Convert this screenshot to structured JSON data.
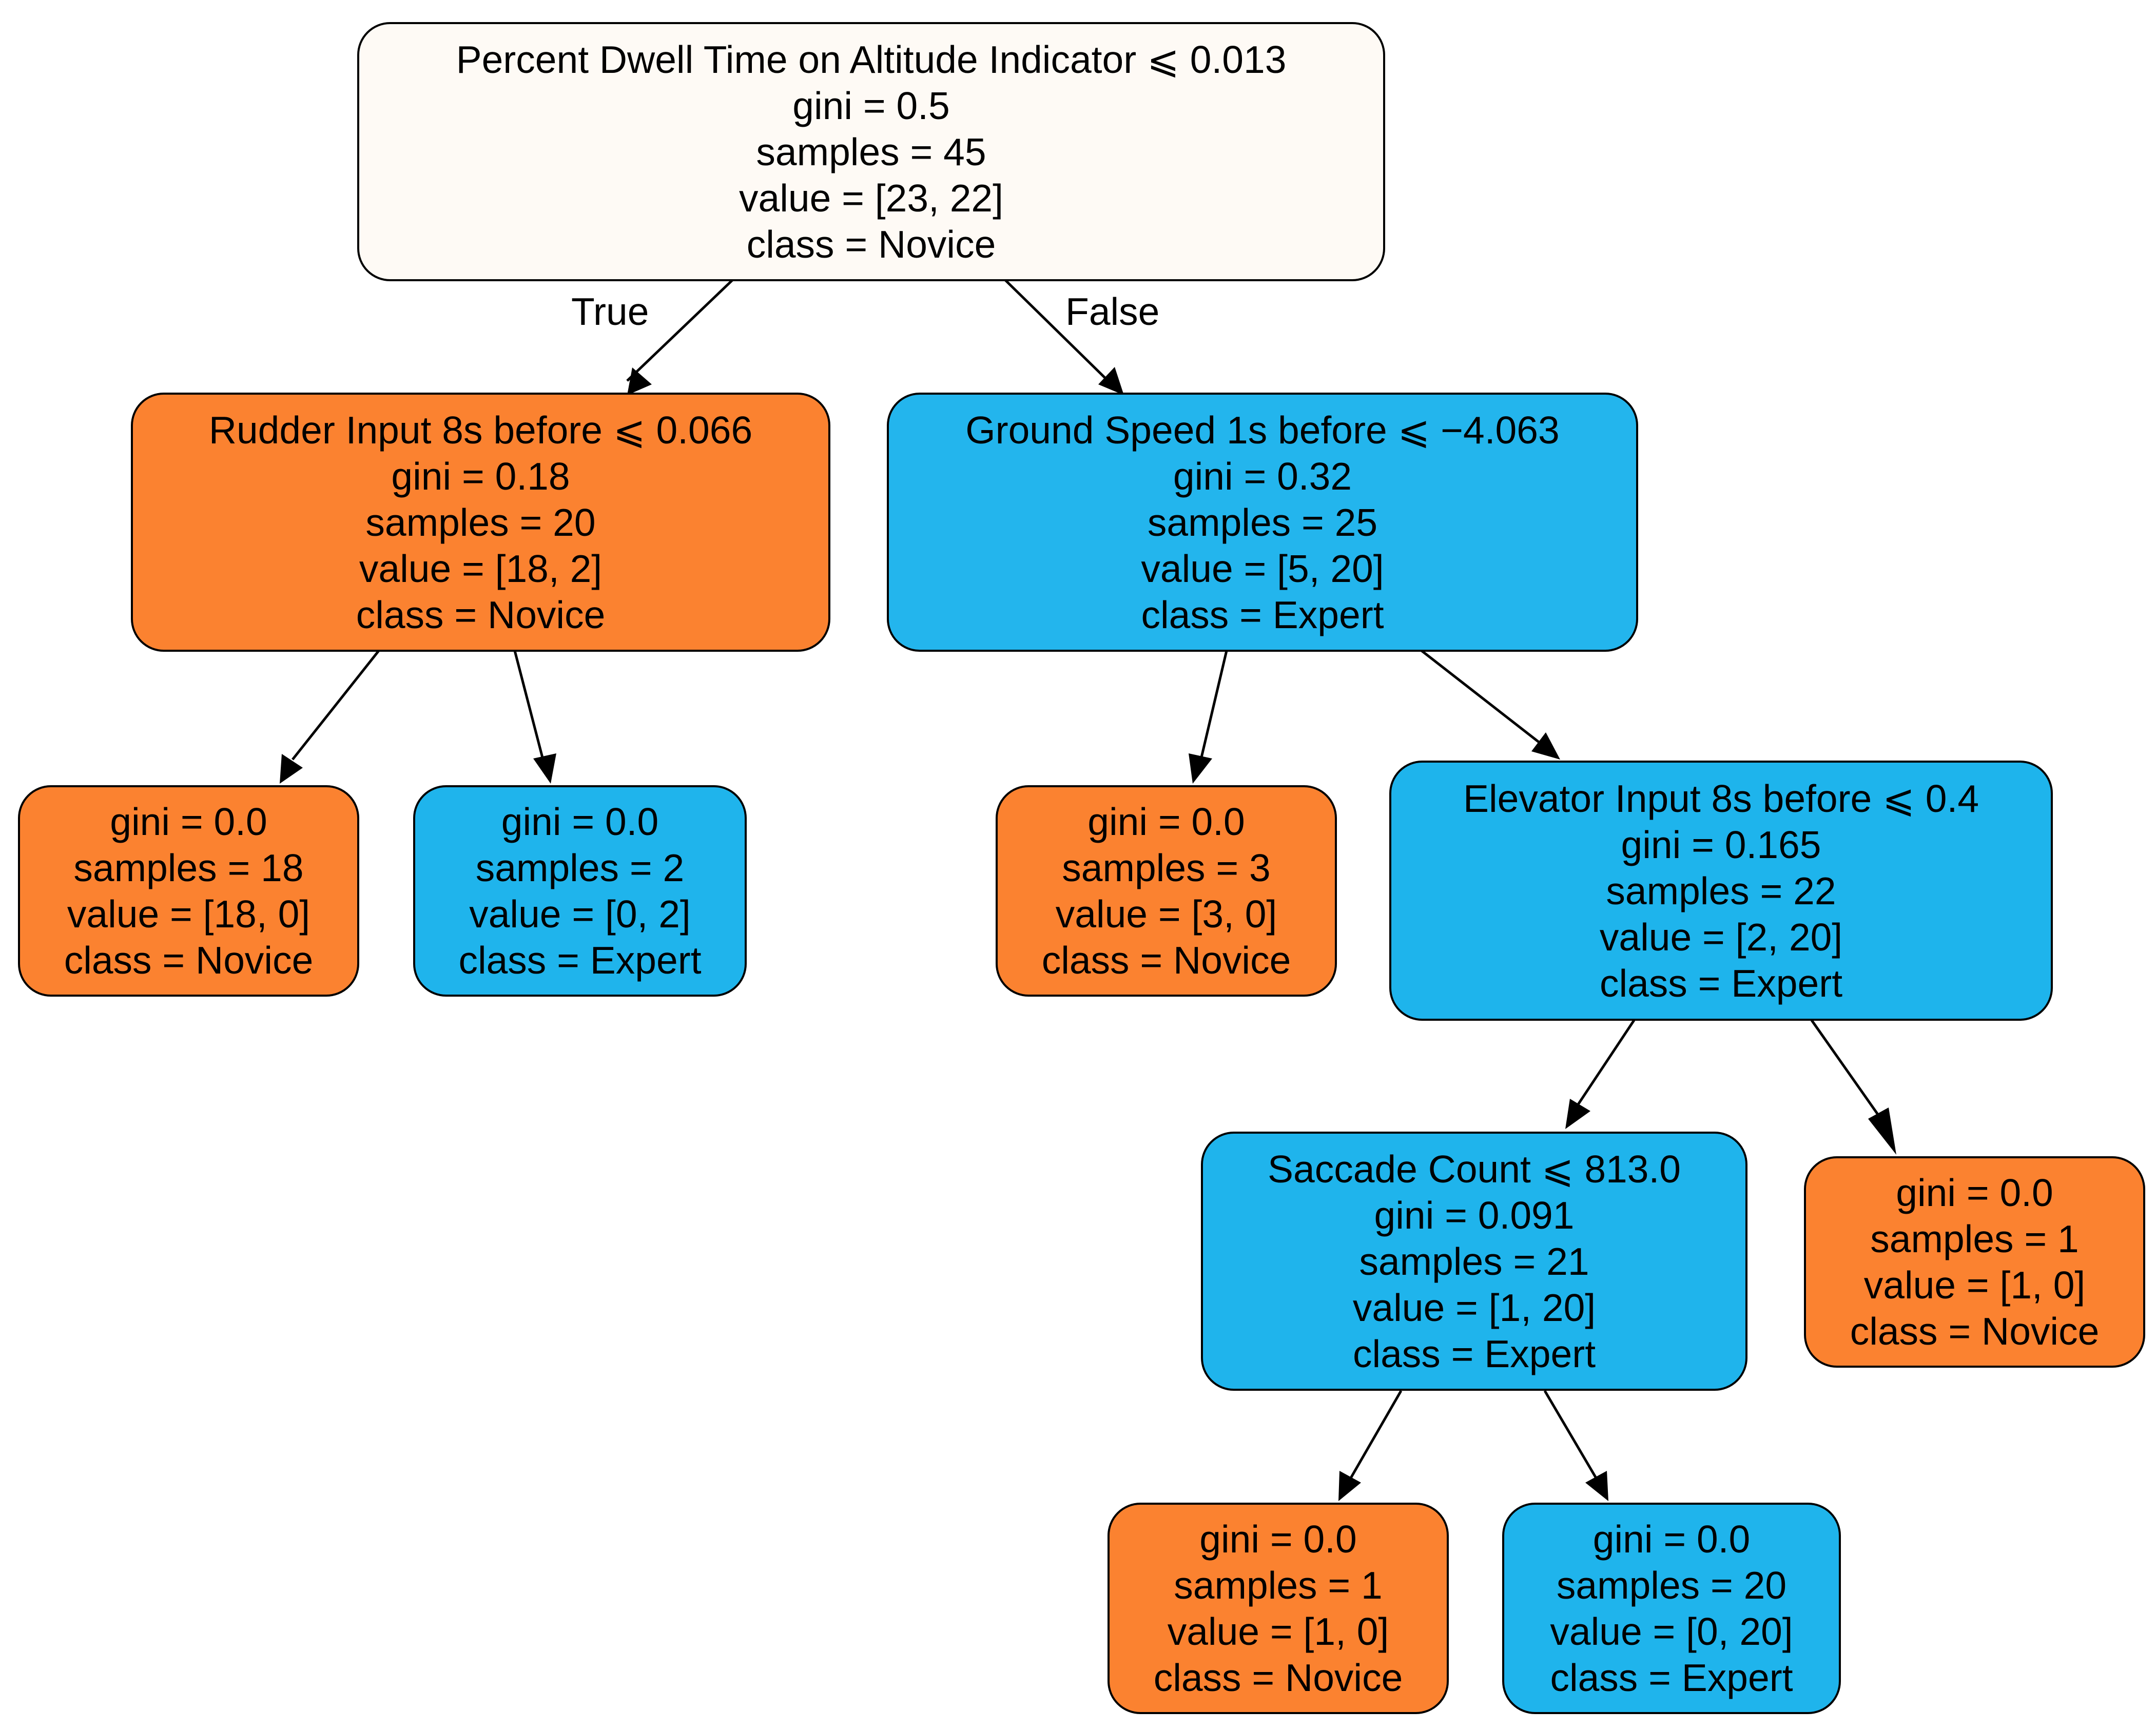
{
  "colors": {
    "novice": "#fb8230",
    "expert": "#1fb4ec",
    "root_fill": "#fefaf5",
    "border": "#000000"
  },
  "edge_labels": {
    "true": "True",
    "false": "False"
  },
  "nodes": {
    "root": {
      "split": "Percent Dwell Time on Altitude Indicator ⩽ 0.013",
      "gini": "gini = 0.5",
      "samples": "samples = 45",
      "value": "value = [23, 22]",
      "class": "class = Novice"
    },
    "n1": {
      "split": "Rudder Input 8s before ⩽  0.066",
      "gini": "gini = 0.18",
      "samples": "samples = 20",
      "value": "value = [18, 2]",
      "class": "class = Novice"
    },
    "n2": {
      "split": "Ground Speed 1s before ⩽ −4.063",
      "gini": "gini = 0.32",
      "samples": "samples = 25",
      "value": "value = [5, 20]",
      "class": "class = Expert"
    },
    "l1": {
      "gini": "gini = 0.0",
      "samples": "samples = 18",
      "value": "value = [18, 0]",
      "class": "class = Novice"
    },
    "l2": {
      "gini": "gini = 0.0",
      "samples": "samples = 2",
      "value": "value = [0, 2]",
      "class": "class = Expert"
    },
    "l3": {
      "gini": "gini = 0.0",
      "samples": "samples = 3",
      "value": "value = [3, 0]",
      "class": "class = Novice"
    },
    "n4": {
      "split": "Elevator Input 8s before ⩽  0.4",
      "gini": "gini = 0.165",
      "samples": "samples = 22",
      "value": "value = [2, 20]",
      "class": "class = Expert"
    },
    "n5": {
      "split": "Saccade Count ⩽  813.0",
      "gini": "gini = 0.091",
      "samples": "samples = 21",
      "value": "value = [1, 20]",
      "class": "class = Expert"
    },
    "l4": {
      "gini": "gini = 0.0",
      "samples": "samples = 1",
      "value": "value = [1, 0]",
      "class": "class = Novice"
    },
    "l5": {
      "gini": "gini = 0.0",
      "samples": "samples = 1",
      "value": "value = [1, 0]",
      "class": "class = Novice"
    },
    "l6": {
      "gini": "gini = 0.0",
      "samples": "samples = 20",
      "value": "value = [0, 20]",
      "class": "class = Expert"
    }
  }
}
